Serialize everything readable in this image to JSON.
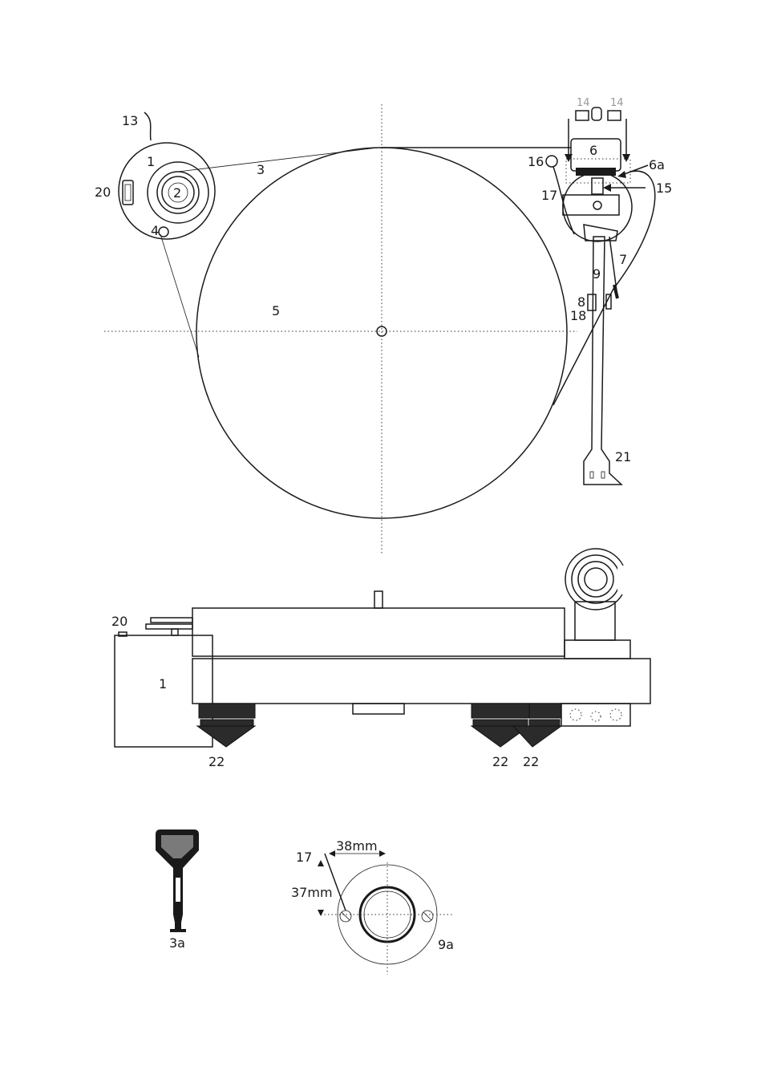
{
  "labels": {
    "n13": "13",
    "n1_top": "1",
    "n3": "3",
    "n20_top": "20",
    "n2": "2",
    "n4": "4",
    "n5": "5",
    "n14_left": "14",
    "n14_right": "14",
    "n6": "6",
    "n6a": "6a",
    "n16": "16",
    "n17_top": "17",
    "n15": "15",
    "n7": "7",
    "n9": "9",
    "n8": "8",
    "n18": "18",
    "n21": "21",
    "n20_side": "20",
    "n1_side": "1",
    "n22_a": "22",
    "n22_b": "22",
    "n22_c": "22",
    "n3a": "3a",
    "n17_bottom": "17",
    "dim_38": "38mm",
    "dim_37": "37mm",
    "n9a": "9a"
  },
  "colors": {
    "line": "#1a1a1a",
    "foot": "#2b2b2b",
    "tool_fill": "#7a7a7a",
    "faint_label": "#9a9a9a"
  }
}
